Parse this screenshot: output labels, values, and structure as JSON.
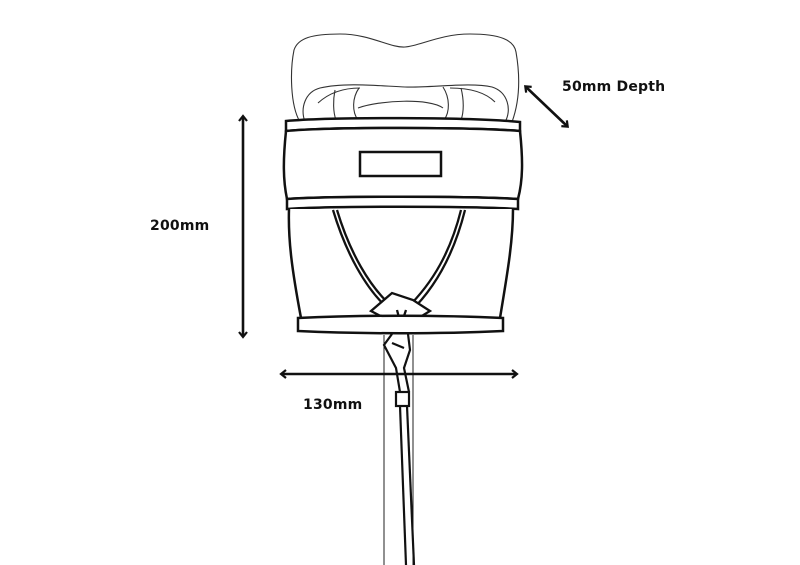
{
  "diagram": {
    "type": "product-dimension-drawing",
    "subject": "bag with padded top, rectangular label patch and drawstring cord",
    "dimensions": {
      "depth": {
        "label": "50mm Depth",
        "value": 50,
        "unit": "mm"
      },
      "height": {
        "label": "200mm",
        "value": 200,
        "unit": "mm"
      },
      "width": {
        "label": "130mm",
        "value": 130,
        "unit": "mm"
      }
    },
    "colors": {
      "line": "#111111",
      "background": "#ffffff",
      "cushion_line": "#333333"
    }
  }
}
